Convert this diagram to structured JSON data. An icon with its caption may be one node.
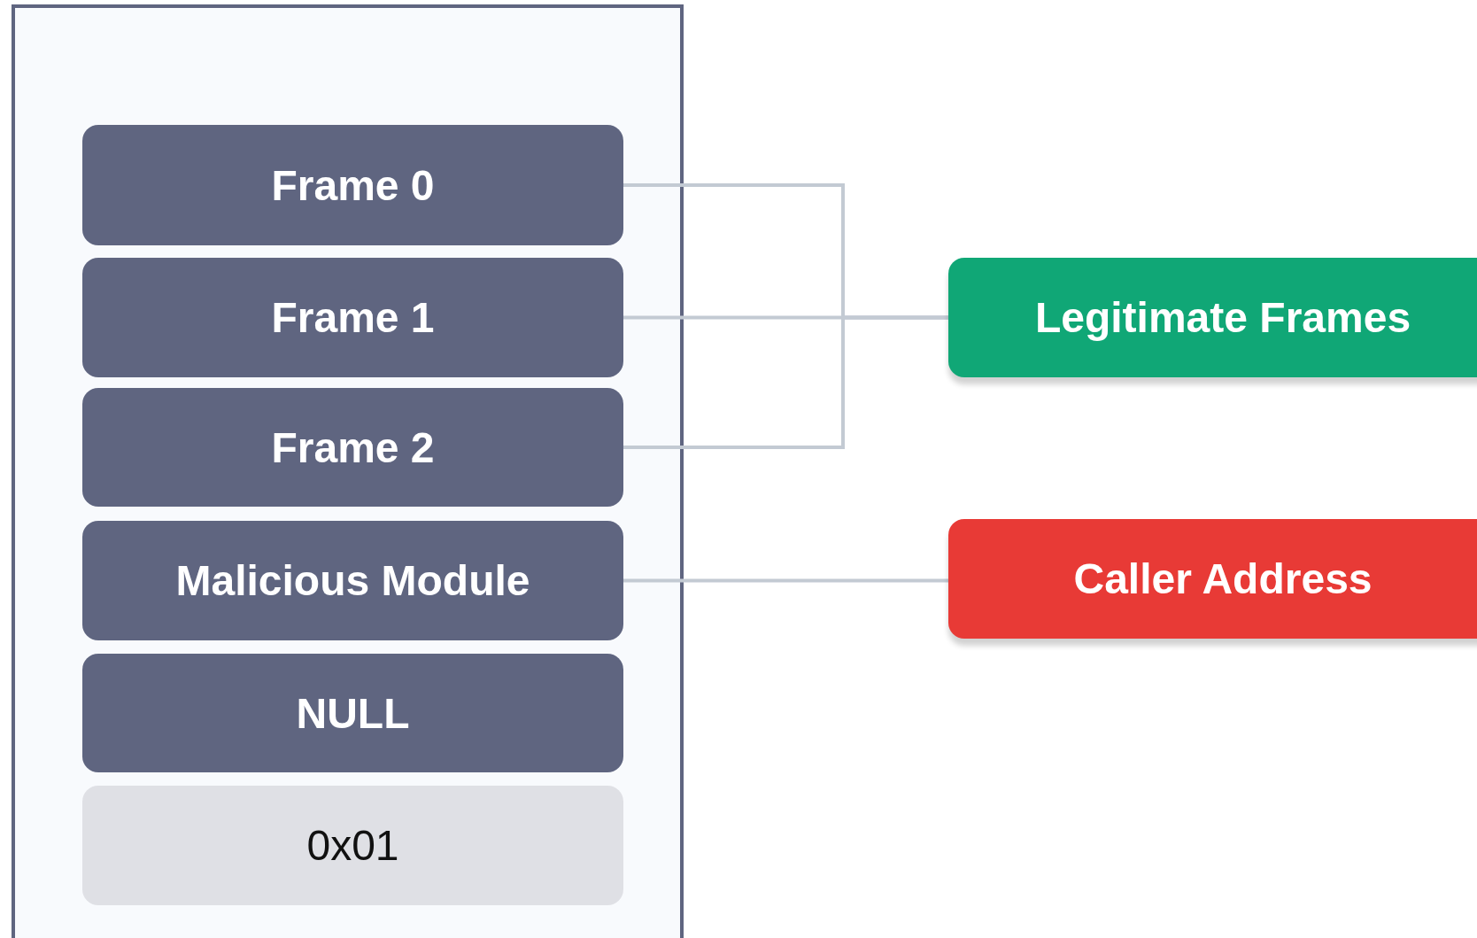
{
  "diagram": {
    "nodes": [
      {
        "text": [],
        "shape": "box"
      },
      {
        "text": [
          "Frame 0"
        ],
        "in": 0
      },
      {
        "text": [
          "Frame 1"
        ],
        "in": 0
      },
      {
        "text": [
          "Frame 2"
        ],
        "in": 0
      },
      {
        "text": [
          "Malicious Module"
        ],
        "in": 0
      },
      {
        "text": [
          "NULL"
        ],
        "in": 0
      },
      {
        "text": [
          "0x01"
        ],
        "in": 0
      },
      {
        "text": [
          "Legitimate Frames"
        ]
      },
      {
        "text": [
          "Caller Address"
        ]
      }
    ],
    "edges": [
      {
        "from": 1,
        "to": 7,
        "arrow": "none"
      },
      {
        "from": 2,
        "to": 7,
        "arrow": "none"
      },
      {
        "from": 3,
        "to": 7,
        "arrow": "none"
      },
      {
        "from": 4,
        "to": 8,
        "arrow": "none"
      }
    ]
  }
}
